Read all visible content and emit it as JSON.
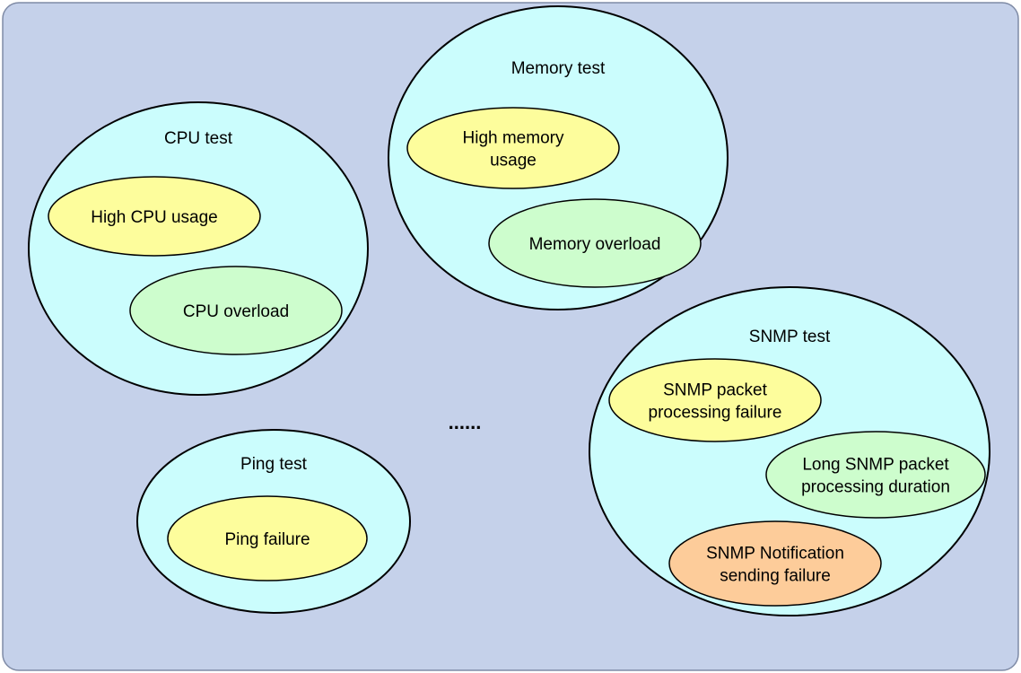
{
  "colors": {
    "panel_background": "#c5d1ea",
    "panel_border": "#7f8ba6",
    "test_fill": "#cbfdfd",
    "outline": "#000000",
    "usage_fill": "#fdfd9c",
    "overload_fill": "#cdfdcd",
    "notification_fill": "#fdcc9a"
  },
  "ellipsis": "......",
  "tests": [
    {
      "label": "CPU test",
      "items": [
        {
          "lines": [
            "High CPU usage"
          ],
          "fill": "#fdfd9c"
        },
        {
          "lines": [
            "CPU overload"
          ],
          "fill": "#cdfdcd"
        }
      ]
    },
    {
      "label": "Memory test",
      "items": [
        {
          "lines": [
            "High memory",
            "usage"
          ],
          "fill": "#fdfd9c"
        },
        {
          "lines": [
            "Memory overload"
          ],
          "fill": "#cdfdcd"
        }
      ]
    },
    {
      "label": "Ping test",
      "items": [
        {
          "lines": [
            "Ping failure"
          ],
          "fill": "#fdfd9c"
        }
      ]
    },
    {
      "label": "SNMP test",
      "items": [
        {
          "lines": [
            "SNMP packet",
            "processing failure"
          ],
          "fill": "#fdfd9c"
        },
        {
          "lines": [
            "Long SNMP packet",
            "processing duration"
          ],
          "fill": "#cdfdcd"
        },
        {
          "lines": [
            "SNMP Notification",
            "sending failure"
          ],
          "fill": "#fdcc9a"
        }
      ]
    }
  ]
}
